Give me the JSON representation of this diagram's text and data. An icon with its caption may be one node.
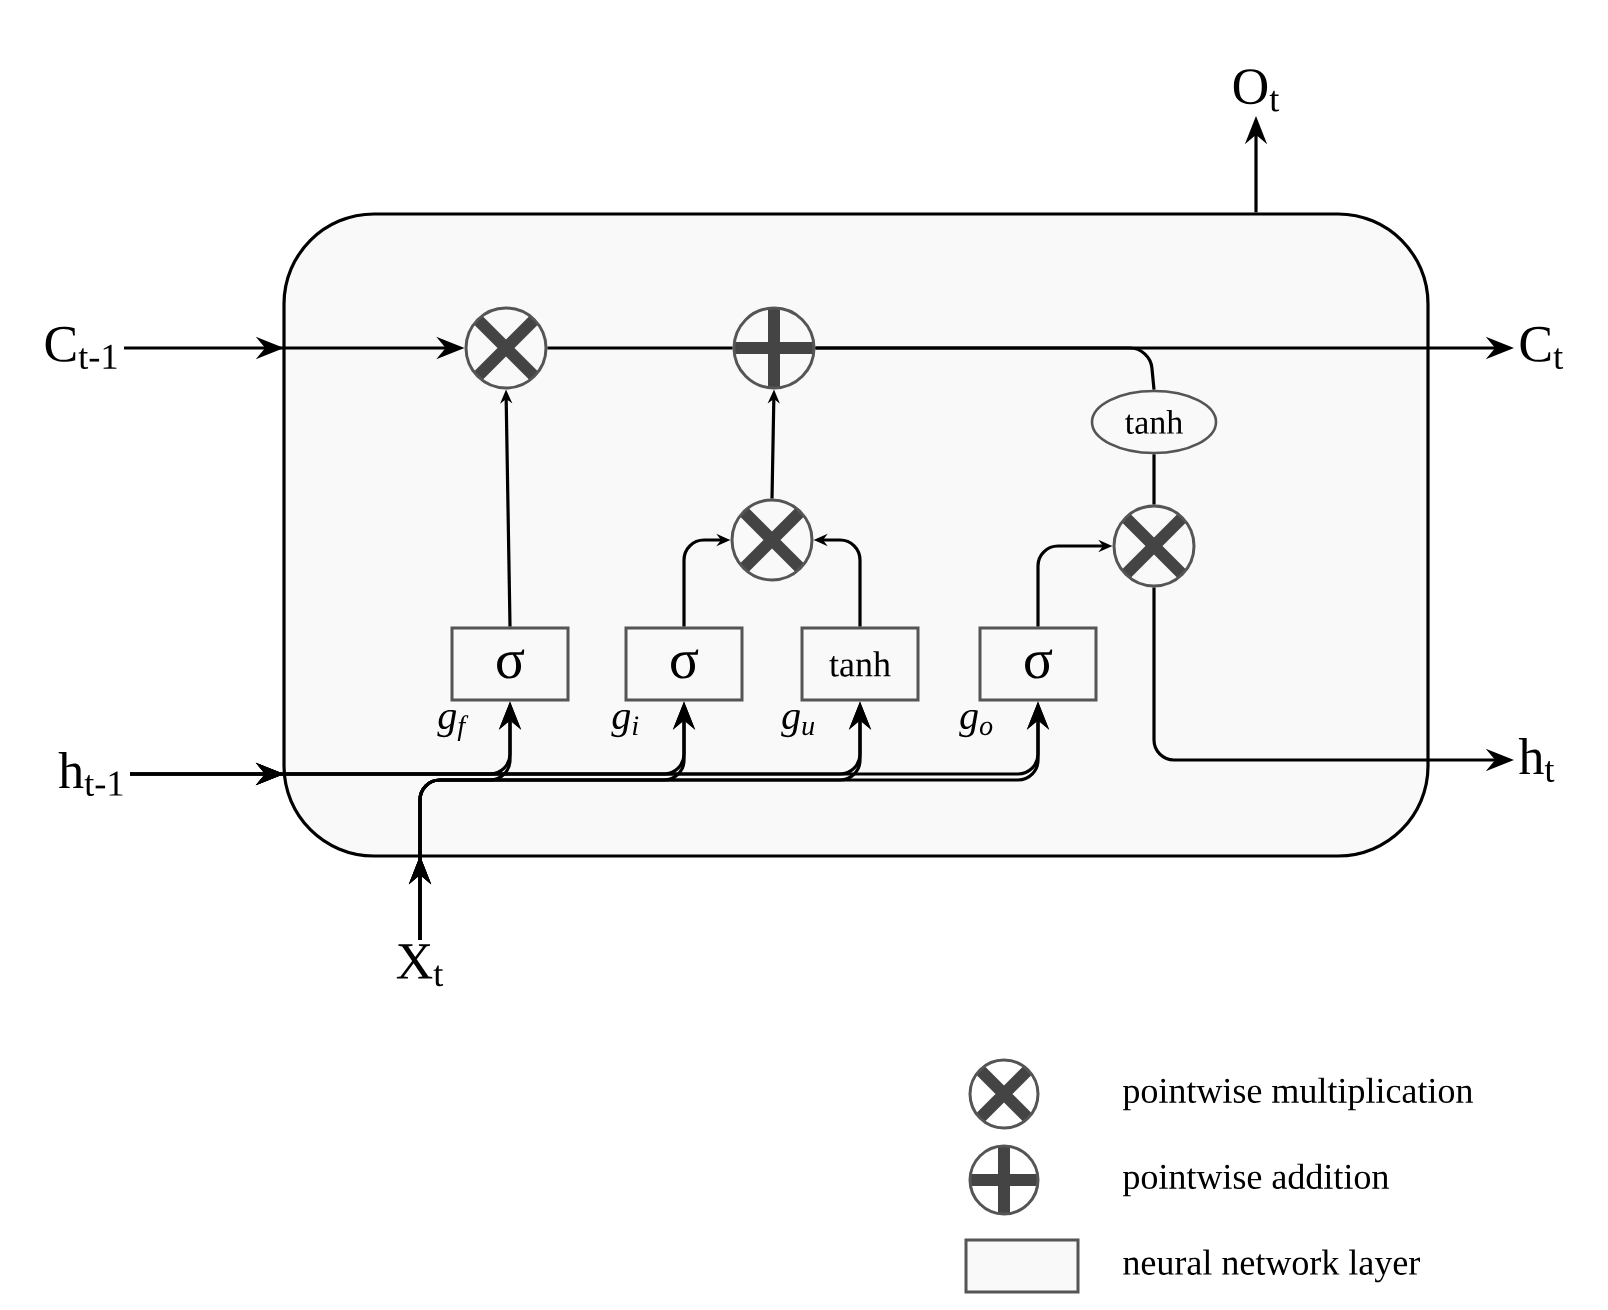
{
  "diagram": {
    "nodes": [
      {
        "text": [],
        "shape": "box"
      },
      {
        "text": [
          "C$_{t-1}$"
        ]
      },
      {
        "text": [],
        "shape": "circle",
        "in": 0
      },
      {
        "text": [],
        "shape": "circle",
        "in": 0
      },
      {
        "text": [],
        "shape": "circle",
        "in": 0
      },
      {
        "text": [
          "tanh"
        ],
        "in": 0
      },
      {
        "text": [],
        "shape": "circle",
        "in": 0
      },
      {
        "text": [
          "σ"
        ],
        "beside": [
          "g$_{f}$"
        ],
        "in": 0
      },
      {
        "text": [
          "σ"
        ],
        "beside": [
          "g$_{i}$"
        ],
        "in": 0
      },
      {
        "text": [
          "tanh"
        ],
        "beside": [
          "g$_{u}$"
        ],
        "in": 0
      },
      {
        "text": [
          "σ"
        ],
        "beside": [
          "g$_{o}$"
        ],
        "in": 0
      },
      {
        "text": [
          "C$_{t}$"
        ]
      },
      {
        "text": [
          "h$_{t-1}$"
        ]
      },
      {
        "text": [
          "h$_{t}$"
        ]
      },
      {
        "text": [
          "X$_{t}$"
        ]
      },
      {
        "text": [
          "O$_{t}$"
        ]
      }
    ],
    "edges": [
      {
        "from": 1,
        "to": 2,
        "arrow": "to"
      },
      {
        "from": 2,
        "to": 3,
        "arrow": "none"
      },
      {
        "from": 3,
        "to": 11,
        "arrow": "to"
      },
      {
        "from": 3,
        "to": 5,
        "arrow": "none"
      },
      {
        "from": 5,
        "to": 6,
        "arrow": "none"
      },
      {
        "from": 6,
        "to": 13,
        "arrow": "to"
      },
      {
        "from": 7,
        "to": 2,
        "arrow": "to"
      },
      {
        "from": 4,
        "to": 3,
        "arrow": "to"
      },
      {
        "from": 8,
        "to": 4,
        "arrow": "to"
      },
      {
        "from": 9,
        "to": 4,
        "arrow": "to"
      },
      {
        "from": 10,
        "to": 6,
        "arrow": "to"
      },
      {
        "from": 12,
        "to": 7,
        "arrow": "to"
      },
      {
        "from": 12,
        "to": 8,
        "arrow": "to"
      },
      {
        "from": 12,
        "to": 9,
        "arrow": "to"
      },
      {
        "from": 12,
        "to": 10,
        "arrow": "to"
      },
      {
        "from": 14,
        "to": 7,
        "arrow": "to"
      },
      {
        "from": 14,
        "to": 8,
        "arrow": "to"
      },
      {
        "from": 14,
        "to": 9,
        "arrow": "to"
      },
      {
        "from": 14,
        "to": 10,
        "arrow": "to"
      },
      {
        "from": 0,
        "to": 15,
        "arrow": "to"
      }
    ],
    "legend": [
      {
        "text": "pointwise multiplication"
      },
      {
        "text": "pointwise addition"
      },
      {
        "text": "neural network layer"
      }
    ]
  }
}
